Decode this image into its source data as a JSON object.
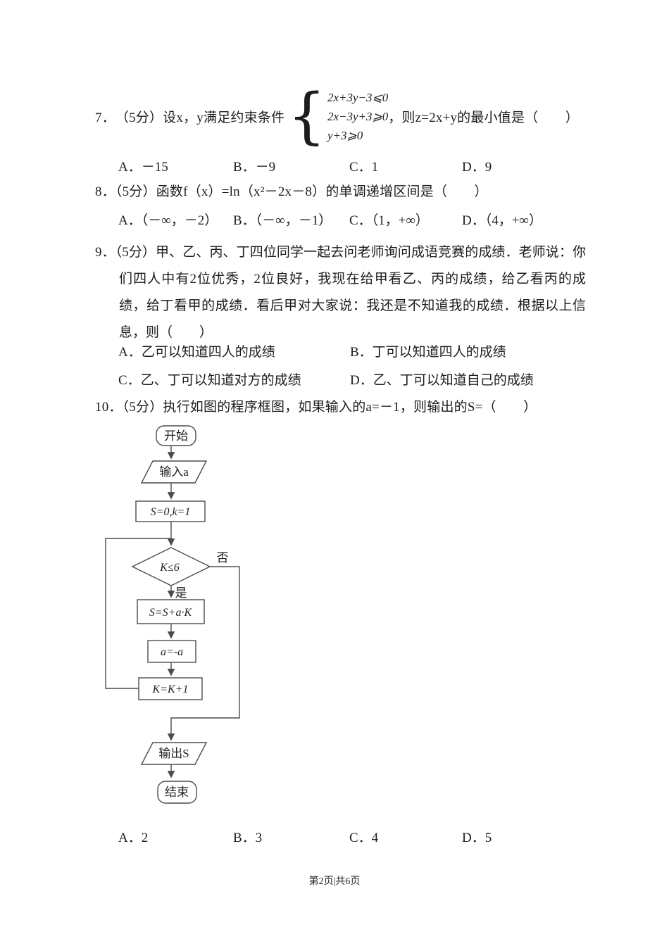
{
  "q7": {
    "number": "7．",
    "lead": "（5分）设x，y满足约束条件",
    "constraints": [
      "2x+3y−3⩽0",
      "2x−3y+3⩾0",
      "y+3⩾0"
    ],
    "tail": "，则z=2x+y的最小值是（　　）",
    "options": [
      "A．－15",
      "B．－9",
      "C．1",
      "D．9"
    ]
  },
  "q8": {
    "number": "8．",
    "text": "（5分）函数f（x）=ln（x²－2x－8）的单调递增区间是（　　）",
    "options": [
      "A．（－∞，－2）",
      "B．（－∞，－1）",
      "C．（1，+∞）",
      "D．（4，+∞）"
    ]
  },
  "q9": {
    "number": "9．",
    "text": "（5分）甲、乙、丙、丁四位同学一起去问老师询问成语竞赛的成绩．老师说：你们四人中有2位优秀，2位良好，我现在给甲看乙、丙的成绩，给乙看丙的成绩，给丁看甲的成绩．看后甲对大家说：我还是不知道我的成绩．根据以上信息，则（　　）",
    "options": [
      "A．乙可以知道四人的成绩",
      "B．丁可以知道四人的成绩",
      "C．乙、丁可以知道对方的成绩",
      "D．乙、丁可以知道自己的成绩"
    ]
  },
  "q10": {
    "number": "10．",
    "text": "（5分）执行如图的程序框图，如果输入的a=－1，则输出的S=（　　）",
    "options": [
      "A．2",
      "B．3",
      "C．4",
      "D．5"
    ],
    "flowchart": {
      "start": "开始",
      "input": "输入a",
      "init": "S=0,k=1",
      "cond": "K≤6",
      "no": "否",
      "yes": "是",
      "step1": "S=S+a·K",
      "step2": "a=-a",
      "step3": "K=K+1",
      "output": "输出S",
      "end": "结束"
    }
  },
  "footer": {
    "text": "第2页|共6页"
  }
}
